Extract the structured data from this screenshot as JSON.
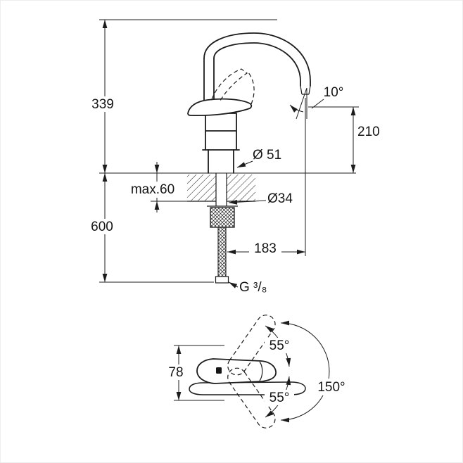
{
  "colors": {
    "line": "#1c1c1c",
    "background": "#ffffff"
  },
  "side_view": {
    "total_height": "339",
    "outlet_angle": "10°",
    "outlet_height": "210",
    "body_diameter": "Ø 51",
    "max_counter_thickness": "max.60",
    "shank_diameter": "Ø34",
    "below_counter_length": "600",
    "spout_reach": "183",
    "thread_size": "G ³/₈"
  },
  "top_view": {
    "handle_height": "78",
    "lever_swing_up": "55°",
    "lever_swing_down": "55°",
    "swivel_range": "150°"
  }
}
